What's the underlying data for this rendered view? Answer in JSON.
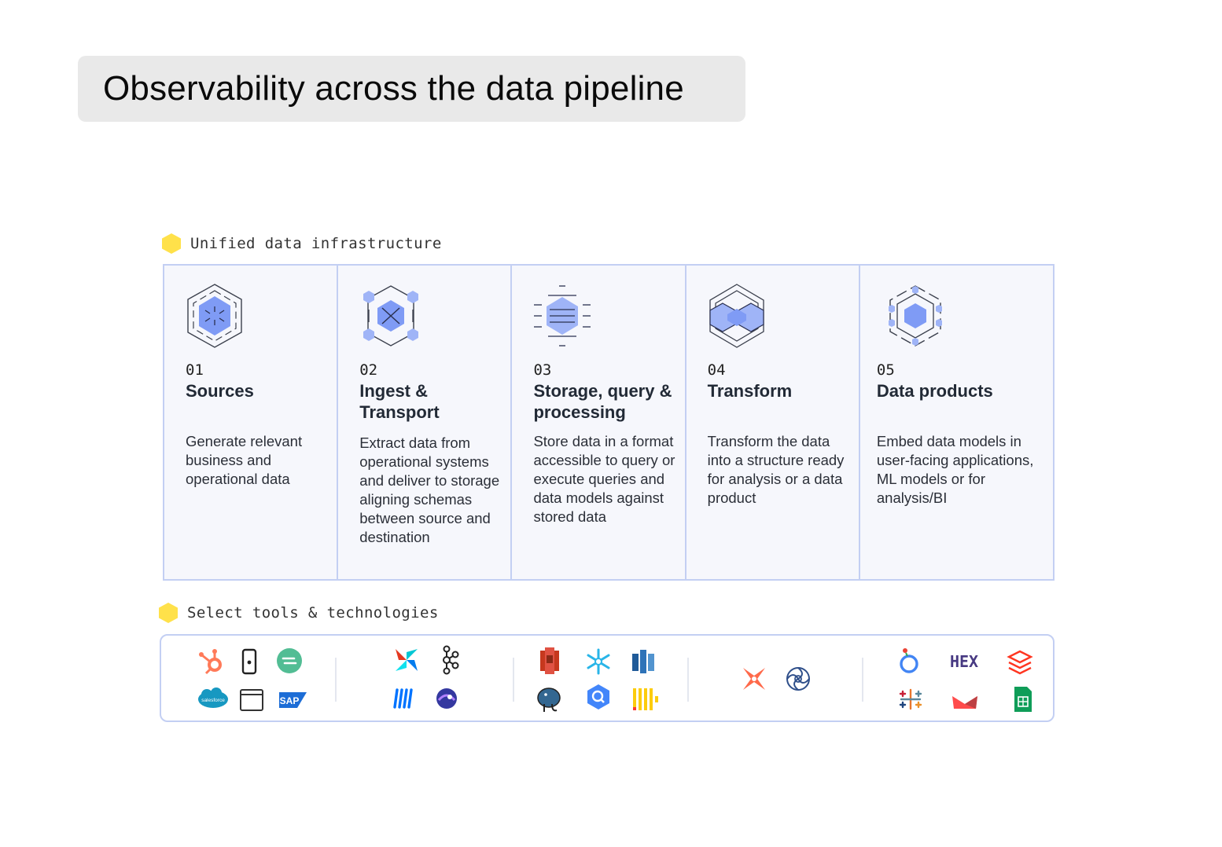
{
  "title": "Observability across the data pipeline",
  "infrastructure": {
    "label": "Unified data infrastructure",
    "stages": [
      {
        "num": "01",
        "name": "Sources",
        "desc": "Generate relevant business and operational data",
        "icon": "sources-hex-icon"
      },
      {
        "num": "02",
        "name": "Ingest & Transport",
        "desc": "Extract data from operational systems and deliver to storage aligning schemas between source and destination",
        "icon": "ingest-hex-icon"
      },
      {
        "num": "03",
        "name": "Storage, query & processing",
        "desc": "Store data in a format accessible to query or execute queries and data models against stored data",
        "icon": "storage-hex-icon"
      },
      {
        "num": "04",
        "name": "Transform",
        "desc": "Transform the data into a structure ready for analysis or a data product",
        "icon": "transform-hex-icon"
      },
      {
        "num": "05",
        "name": "Data products",
        "desc": "Embed data models in user-facing applications, ML models or for analysis/BI",
        "icon": "data-products-hex-icon"
      }
    ]
  },
  "tools": {
    "label": "Select tools & technologies",
    "groups": [
      [
        "hubspot-icon",
        "mobile-app-icon",
        "segment-icon",
        "salesforce-icon",
        "web-browser-icon",
        "sap-icon"
      ],
      [
        "airflow-icon",
        "kafka-icon",
        "fivetran-icon",
        "meltano-icon"
      ],
      [
        "aws-s3-icon",
        "snowflake-icon",
        "redshift-icon",
        "postgresql-icon",
        "bigquery-icon",
        "clickhouse-icon"
      ],
      [
        "dbt-icon",
        "spark-swirl-icon"
      ],
      [
        "looker-icon",
        "hex-icon",
        "databricks-icon",
        "tableau-icon",
        "streamlit-icon",
        "google-sheets-icon"
      ]
    ],
    "logo_text": {
      "salesforce": "salesforce",
      "sap": "SAP",
      "hex": "HEX"
    }
  },
  "colors": {
    "accent": "#7f9bf5",
    "accent_light": "#b4c4f8",
    "border": "#c3cff3",
    "marker": "#ffe14a"
  }
}
